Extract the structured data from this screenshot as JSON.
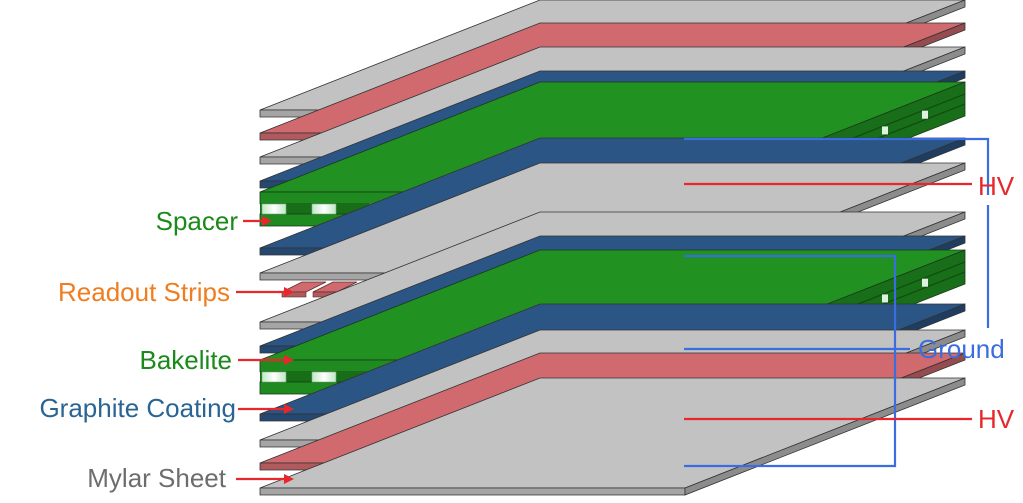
{
  "labels": {
    "spacer": "Spacer",
    "readout_strips": "Readout Strips",
    "bakelite": "Bakelite",
    "graphite_coating": "Graphite Coating",
    "mylar_sheet": "Mylar Sheet",
    "hv_top": "HV",
    "ground": "Ground",
    "hv_bottom": "HV"
  },
  "colors": {
    "mylar": "#c2c2c2",
    "pickup": "#d06a6e",
    "graphite": "#2b5585",
    "bakelite": "#1f8a1f",
    "spacer_label": "#1a8a1a",
    "readout_label": "#f07d1e",
    "graphite_label": "#2a6494",
    "mylar_label": "#6d6d6d",
    "hv": "#e8262c",
    "ground": "#3a6de0",
    "arrow": "#e8262c"
  }
}
